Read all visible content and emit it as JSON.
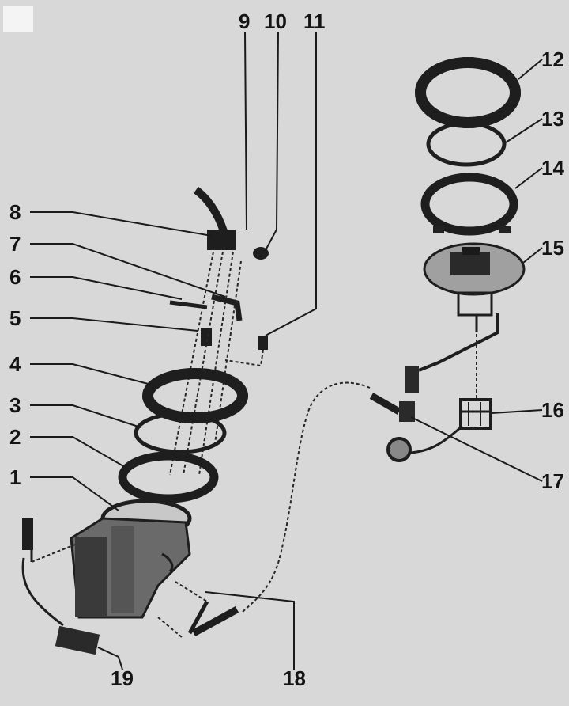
{
  "diagram": {
    "callouts": [
      "1",
      "2",
      "3",
      "4",
      "5",
      "6",
      "7",
      "8",
      "9",
      "10",
      "11",
      "12",
      "13",
      "14",
      "15",
      "16",
      "17",
      "18",
      "19"
    ]
  },
  "colors": {
    "background": "#d8d8d8",
    "ink": "#1e1e1e",
    "plate": "#a0a0a0"
  }
}
